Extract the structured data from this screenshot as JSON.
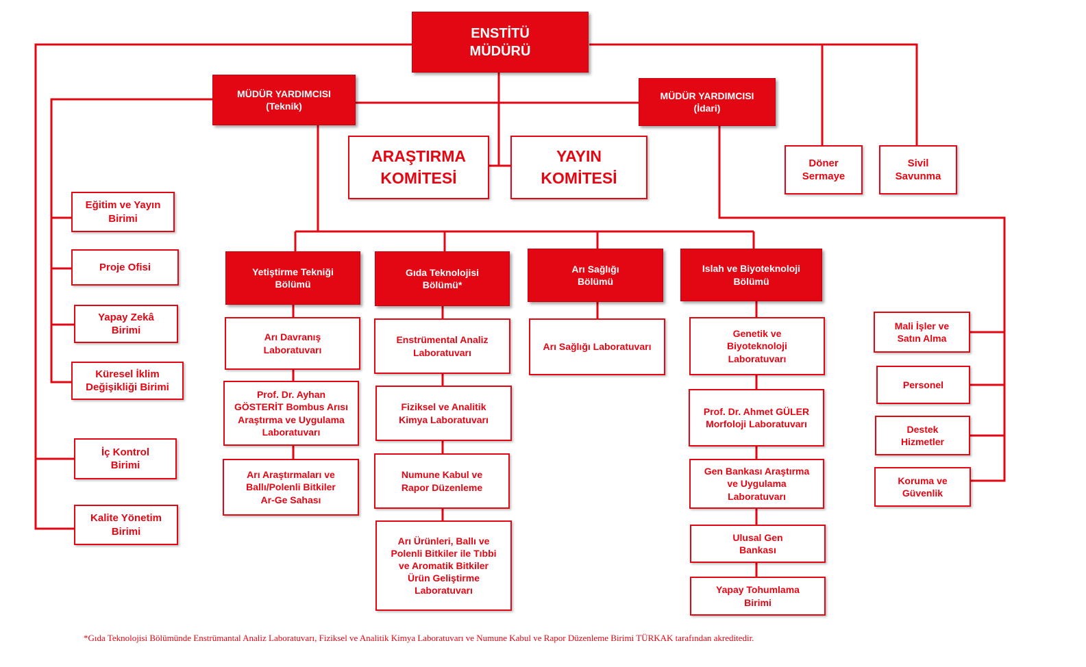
{
  "director": "ENSTİTÜ\nMÜDÜRÜ",
  "deputies": {
    "technical": "MÜDÜR YARDIMCISI\n(Teknik)",
    "administrative": "MÜDÜR YARDIMCISI\n(İdari)"
  },
  "committees": {
    "research": "ARAŞTIRMA\nKOMİTESİ",
    "publication": "YAYIN\nKOMİTESİ"
  },
  "director_units": {
    "revolving_fund": "Döner\nSermaye",
    "civil_defense": "Sivil\nSavunma"
  },
  "technical_units": [
    "Eğitim ve Yayın\nBirimi",
    "Proje Ofisi",
    "Yapay Zekâ\nBirimi",
    "Küresel İklim\nDeğişikliği Birimi"
  ],
  "director_left_units": [
    "İç Kontrol\nBirimi",
    "Kalite Yönetim\nBirimi"
  ],
  "departments": [
    {
      "name": "Yetiştirme Tekniği\nBölümü",
      "labs": [
        "Arı Davranış\nLaboratuvarı",
        "Prof. Dr. Ayhan\nGÖSTERİT Bombus Arısı\nAraştırma ve Uygulama\nLaboratuvarı",
        "Arı Araştırmaları ve\nBallı/Polenli Bitkiler\nAr-Ge Sahası"
      ]
    },
    {
      "name": "Gıda Teknolojisi\nBölümü*",
      "labs": [
        "Enstrümental Analiz\nLaboratuvarı",
        "Fiziksel ve Analitik\nKimya Laboratuvarı",
        "Numune Kabul ve\nRapor Düzenleme",
        "Arı Ürünleri, Ballı ve\nPolenli Bitkiler ile Tıbbi\nve Aromatik Bitkiler\nÜrün Geliştirme\nLaboratuvarı"
      ]
    },
    {
      "name": "Arı Sağlığı\nBölümü",
      "labs": [
        "Arı Sağlığı Laboratuvarı"
      ]
    },
    {
      "name": "Islah ve Biyoteknoloji\nBölümü",
      "labs": [
        "Genetik ve\nBiyoteknoloji\nLaboratuvarı",
        "Prof. Dr. Ahmet GÜLER\nMorfoloji Laboratuvarı",
        "Gen Bankası Araştırma\nve Uygulama\nLaboratuvarı",
        "Ulusal Gen\nBankası",
        "Yapay Tohumlama\nBirimi"
      ]
    }
  ],
  "admin_units": [
    "Mali İşler ve\nSatın Alma",
    "Personel",
    "Destek\nHizmetler",
    "Koruma ve\nGüvenlik"
  ],
  "footnote": "*Gıda Teknolojisi Bölümünde Enstrümantal Analiz Laboratuvarı, Fiziksel ve Analitik Kimya Laboratuvarı ve Numune Kabul ve Rapor Düzenleme Birimi TÜRKAK tarafından akreditedir.",
  "colors": {
    "accent": "#e30613",
    "text_on_accent": "#ffffff"
  }
}
